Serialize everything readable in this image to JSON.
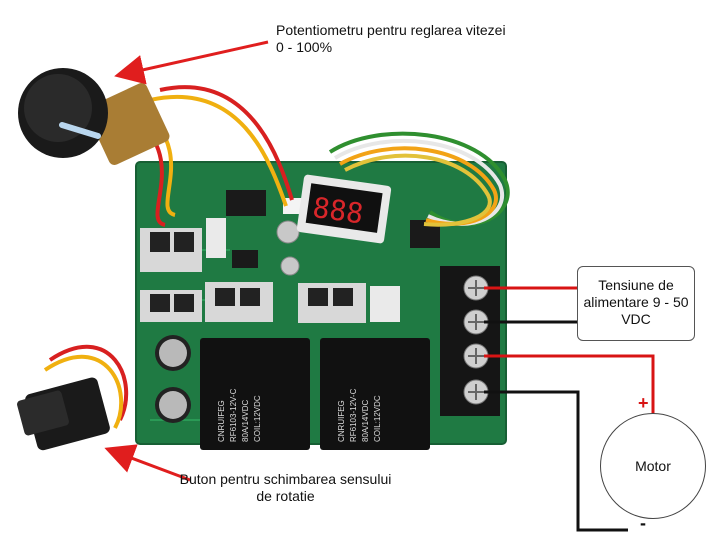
{
  "labels": {
    "potentiometer": "Potentiometru pentru reglarea vitezei 0 - 100%",
    "direction_button": "Buton pentru schimbarea sensului de rotatie",
    "supply": "Tensiune de alimentare 9 - 50 VDC",
    "motor": "Motor",
    "plus": "+",
    "minus": "-"
  },
  "relays": {
    "brand": "CNRUIFEG",
    "model": "RF6103-12V-C",
    "rating": "80A/14VDC",
    "coil": "COIL:12VDC"
  },
  "colors": {
    "pcb": "#1f7a43",
    "arrow": "#e01e1e",
    "wire_positive": "#d81414",
    "wire_negative": "#111111"
  }
}
